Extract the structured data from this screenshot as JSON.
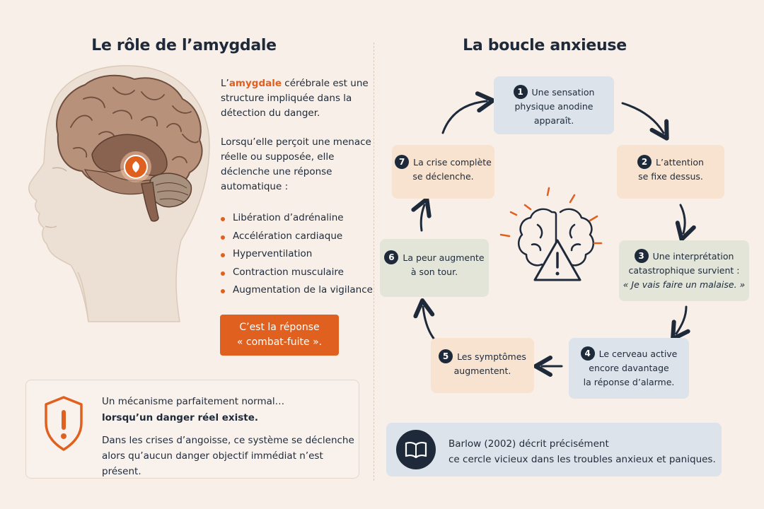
{
  "left": {
    "title": "Le rôle de l’amygdale",
    "intro_prefix": "L’",
    "intro_highlight": "amygdale",
    "intro_rest": " cérébrale est une structure impliquée dans la détection du danger.",
    "intro2": "Lorsqu’elle perçoit une menace réelle ou supposée, elle déclenche une réponse automatique :",
    "bullets": [
      "Libération d’adrénaline",
      "Accélération cardiaque",
      "Hyperventilation",
      "Contraction musculaire",
      "Augmentation de la vigilance"
    ],
    "cta_line1": "C’est la réponse",
    "cta_line2": "« combat-fuite ».",
    "notice": {
      "line1": "Un mécanisme parfaitement normal…",
      "line2": "lorsqu’un danger réel existe.",
      "line3": "Dans les crises d’angoisse, ce système se déclenche alors qu’aucun danger objectif immédiat n’est présent."
    }
  },
  "right": {
    "title": "La boucle anxieuse",
    "steps": [
      {
        "num": "1",
        "l1": "Une sensation",
        "l2": "physique anodine",
        "l3": "apparaît."
      },
      {
        "num": "2",
        "l1": "L’attention",
        "l2": "se fixe dessus."
      },
      {
        "num": "3",
        "l1": "Une interprétation",
        "l2": "catastrophique survient :",
        "l3": "« Je vais faire un malaise. »"
      },
      {
        "num": "4",
        "l1": "Le cerveau active",
        "l2": "encore davantage",
        "l3": "la réponse d’alarme."
      },
      {
        "num": "5",
        "l1": "Les symptômes",
        "l2": "augmentent."
      },
      {
        "num": "6",
        "l1": "La peur augmente",
        "l2": "à son tour."
      },
      {
        "num": "7",
        "l1": "La crise complète",
        "l2": "se déclenche."
      }
    ],
    "reference_line1": "Barlow (2002) décrit précisément",
    "reference_line2": "ce cercle vicieux dans les troubles anxieux et paniques."
  },
  "colors": {
    "accent": "#e0601f",
    "navy": "#1e2a3a",
    "blue_box": "#dde3ea",
    "peach_box": "#f8e3d0",
    "green_box": "#e3e5d8"
  },
  "icons": [
    "head-profile-illustration",
    "brain-icon",
    "warning-triangle-icon",
    "shield-warning-icon",
    "book-icon"
  ]
}
